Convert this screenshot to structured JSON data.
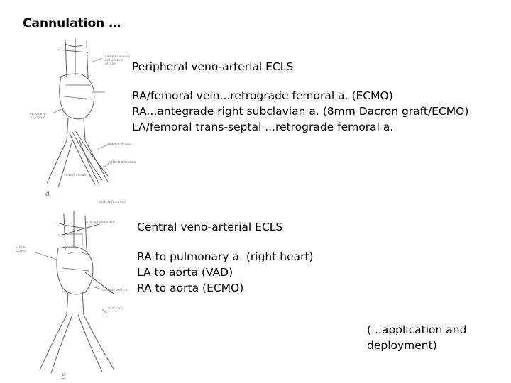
{
  "title": "Cannulation …",
  "peripheral": {
    "heading": "Peripheral veno-arterial ECLS",
    "lines": [
      "RA/femoral vein...retrograde femoral a. (ECMO)",
      "RA...antegrade right subclavian a. (8mm Dacron graft/ECMO)",
      "LA/femoral trans-septal ...retrograde femoral a."
    ]
  },
  "central": {
    "heading": "Central veno-arterial ECLS",
    "lines": [
      "RA to pulmonary a. (right heart)",
      "LA to aorta (VAD)",
      "RA to aorta (ECMO)"
    ]
  },
  "note": {
    "line1": "(...application and",
    "line2": "deployment)"
  },
  "figures": {
    "label_a": "a",
    "label_b": "B"
  }
}
